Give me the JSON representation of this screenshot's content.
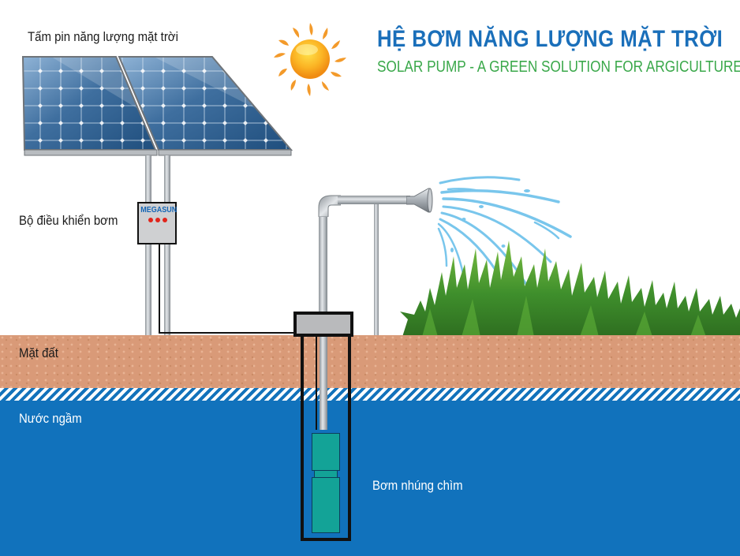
{
  "header": {
    "title": "HỆ BƠM NĂNG LƯỢNG MẶT TRỜI",
    "subtitle": "SOLAR PUMP - A GREEN SOLUTION FOR ARGICULTURE",
    "title_color": "#1a6fba",
    "subtitle_color": "#3aa84a"
  },
  "labels": {
    "solar_panel": "Tấm pin năng lượng mặt trời",
    "controller": "Bộ điều khiển bơm",
    "ground": "Mặt đất",
    "groundwater": "Nước ngầm",
    "submersible_pump": "Bơm nhúng chìm"
  },
  "controller": {
    "brand": "MEGASUN",
    "led_count": 3,
    "led_color": "#e1251b"
  },
  "colors": {
    "soil": "#d99a78",
    "water": "#1172bc",
    "pump": "#13a397",
    "grass": "#3f8f2c",
    "spray": "#7cc8ec",
    "sun": "#f7a21b"
  },
  "icons": {
    "sun": "sun-icon",
    "solar_panels": "solar-panel-icon",
    "sprinkler": "sprinkler-nozzle-icon",
    "grass": "grass-icon"
  }
}
